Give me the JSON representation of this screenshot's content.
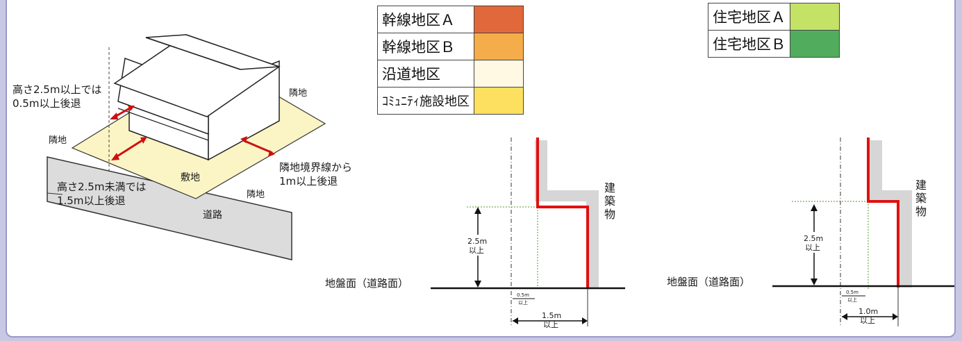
{
  "legend_left": [
    {
      "label": "幹線地区Ａ",
      "color": "#e0683a"
    },
    {
      "label": "幹線地区Ｂ",
      "color": "#f5ac4a"
    },
    {
      "label": "沿道地区",
      "color": "#fff8e2"
    },
    {
      "label": "ｺﾐｭﾆﾃｨ施設地区",
      "color": "#fde060"
    }
  ],
  "legend_right": [
    {
      "label": "住宅地区Ａ",
      "color": "#c4e266"
    },
    {
      "label": "住宅地区Ｂ",
      "color": "#52ac5e"
    }
  ],
  "illustration": {
    "upper_setback_line1": "高さ2.5m以上では",
    "upper_setback_line2": "0.5m以上後退",
    "lower_setback_line1": "高さ2.5m未満では",
    "lower_setback_line2": "1.5m以上後退",
    "neighbor_setback_line1": "隣地境界線から",
    "neighbor_setback_line2": "1m以上後退",
    "neighbor_left": "隣地",
    "neighbor_top_right": "隣地",
    "neighbor_bottom": "隣地",
    "site": "敷地",
    "road": "道路"
  },
  "section_a": {
    "ground_label": "地盤面（道路面）",
    "building_label": [
      "建",
      "築",
      "物"
    ],
    "height_value": "2.5m",
    "height_suffix": "以上",
    "upper_offset_value": "0.5m",
    "upper_offset_suffix": "以上",
    "lower_offset_value": "1.5m",
    "lower_offset_suffix": "以上"
  },
  "section_b": {
    "ground_label": "地盤面（道路面）",
    "building_label": [
      "建",
      "築",
      "物"
    ],
    "height_value": "2.5m",
    "height_suffix": "以上",
    "upper_offset_value": "0.5m",
    "upper_offset_suffix": "以上",
    "lower_offset_value": "1.0m",
    "lower_offset_suffix": "以上"
  },
  "colors": {
    "site_fill": "#fbf4c4",
    "road_fill": "#dcdcdc",
    "building_gray": "#d6d6d6",
    "wall_line": "#e01010",
    "setback_arrow": "#cc1111",
    "guide_green": "#4a9a2a"
  }
}
